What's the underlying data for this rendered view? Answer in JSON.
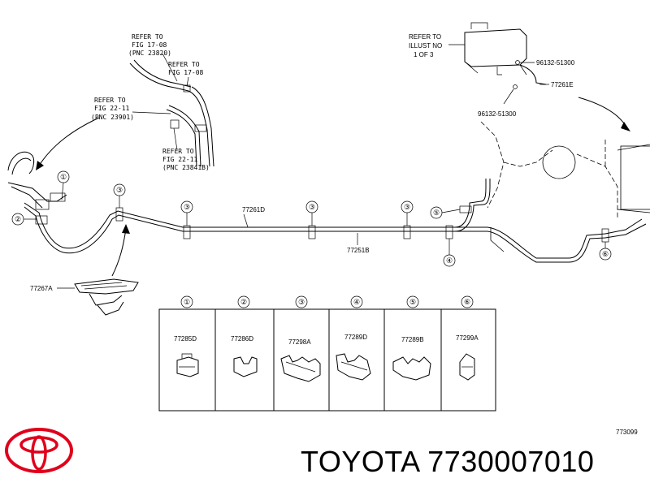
{
  "callouts": {
    "refer_17_08_a": [
      "REFER TO",
      "FIG 17-08",
      "(PNC 23820)"
    ],
    "refer_17_08_b": [
      "REFER TO",
      "FIG 17-08"
    ],
    "refer_22_11_a": [
      "REFER TO",
      "FIG 22-11",
      "(PNC 23901)"
    ],
    "refer_22_11_b": [
      "REFER TO",
      "FIG 22-11",
      "(PNC 23841B)"
    ],
    "refer_illust": [
      "REFER TO",
      "ILLUST NO",
      "1 OF 3"
    ]
  },
  "part_numbers": {
    "p_96132_top": "96132-51300",
    "p_77261E": "77261E",
    "p_96132_bottom": "96132-51300",
    "p_77261D": "77261D",
    "p_77251B": "77251B",
    "p_77267A": "77267A"
  },
  "markers": [
    "①",
    "②",
    "③",
    "④",
    "⑤",
    "⑥"
  ],
  "clamp_table": {
    "headers": [
      "①",
      "②",
      "③",
      "④",
      "⑤",
      "⑥"
    ],
    "parts": [
      "77285D",
      "77286D",
      "77298A",
      "77289D",
      "77289B",
      "77299A"
    ]
  },
  "figure_code": "773099",
  "brand": {
    "name": "TOYOTA",
    "part_number": "7730007010",
    "logo_color": "#e0001b"
  }
}
